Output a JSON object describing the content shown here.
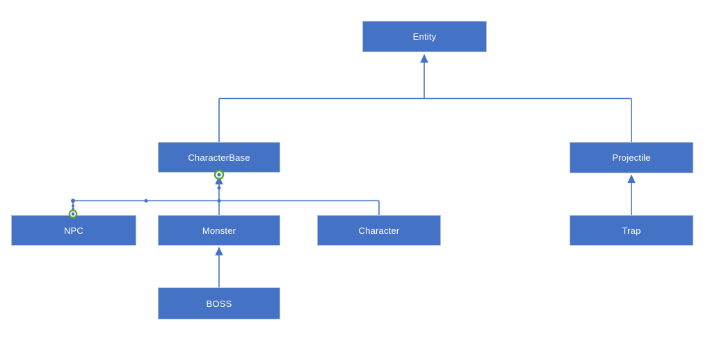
{
  "diagram": {
    "type": "class-inheritance-diagram",
    "nodes": {
      "entity": {
        "label": "Entity"
      },
      "characterbase": {
        "label": "CharacterBase"
      },
      "projectile": {
        "label": "Projectile"
      },
      "npc": {
        "label": "NPC"
      },
      "monster": {
        "label": "Monster"
      },
      "character": {
        "label": "Character"
      },
      "boss": {
        "label": "BOSS"
      },
      "trap": {
        "label": "Trap"
      }
    },
    "edges": [
      {
        "from": "CharacterBase",
        "to": "Entity",
        "arrow": "to",
        "selected": false
      },
      {
        "from": "Projectile",
        "to": "Entity",
        "arrow": "to",
        "selected": false
      },
      {
        "from": "NPC",
        "to": "CharacterBase",
        "arrow": "to",
        "selected": true
      },
      {
        "from": "Monster",
        "to": "CharacterBase",
        "arrow": "to",
        "selected": false
      },
      {
        "from": "Character",
        "to": "CharacterBase",
        "arrow": "to",
        "selected": false
      },
      {
        "from": "BOSS",
        "to": "Monster",
        "arrow": "to",
        "selected": false
      },
      {
        "from": "Trap",
        "to": "Projectile",
        "arrow": "to",
        "selected": false
      }
    ],
    "colors": {
      "canvas_background": "#ffffff",
      "node_fill": "#4472c4",
      "node_border": "#b3c0d8",
      "node_text": "#ffffff",
      "connector": "#4472c4",
      "selection_handle": "#4472c4",
      "connection_point_ring": "#5ba538",
      "connection_point_center": "#4472c4"
    }
  }
}
